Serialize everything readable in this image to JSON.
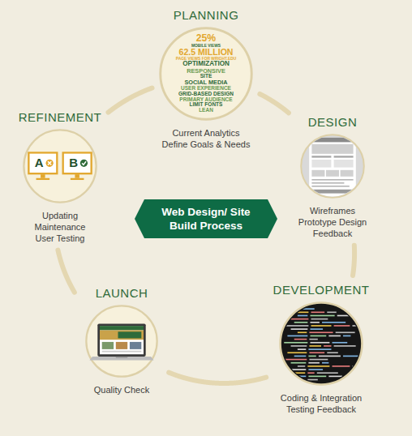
{
  "diagram": {
    "nodes": [
      {
        "text": [
          "PLANNING",
          "Current Analytics Define Goals & Needs"
        ]
      },
      {
        "text": [
          "DESIGN",
          "Wireframes Prototype Design Feedback"
        ]
      },
      {
        "text": [
          "DEVELOPMENT",
          "Coding & Integration Testing Feedback"
        ]
      },
      {
        "text": [
          "LAUNCH",
          "Quality Check"
        ]
      },
      {
        "text": [
          "REFINEMENT",
          "Updating Maintenance User Testing"
        ]
      },
      {
        "text": [
          "Web Design/ Site Build Process"
        ]
      }
    ],
    "edges": [
      {
        "from": 0,
        "to": 1,
        "arrow": "none"
      },
      {
        "from": 1,
        "to": 2,
        "arrow": "none"
      },
      {
        "from": 2,
        "to": 3,
        "arrow": "none"
      },
      {
        "from": 3,
        "to": 4,
        "arrow": "none"
      },
      {
        "from": 4,
        "to": 0,
        "arrow": "none"
      }
    ],
    "labels": [
      "25%",
      "MOBILE VIEWS",
      "62.5 MILLION",
      "PAGE VIEWS FOR WRIGHT.EDU",
      "OPTIMIZATION",
      "RESPONSIVE",
      "SITE",
      "SOCIAL MEDIA",
      "USER EXPERIENCE",
      "GRID-BASED DESIGN",
      "PRIMARY AUDIENCE",
      "LIMIT FONTS",
      "LEAN",
      "A",
      "B"
    ]
  }
}
